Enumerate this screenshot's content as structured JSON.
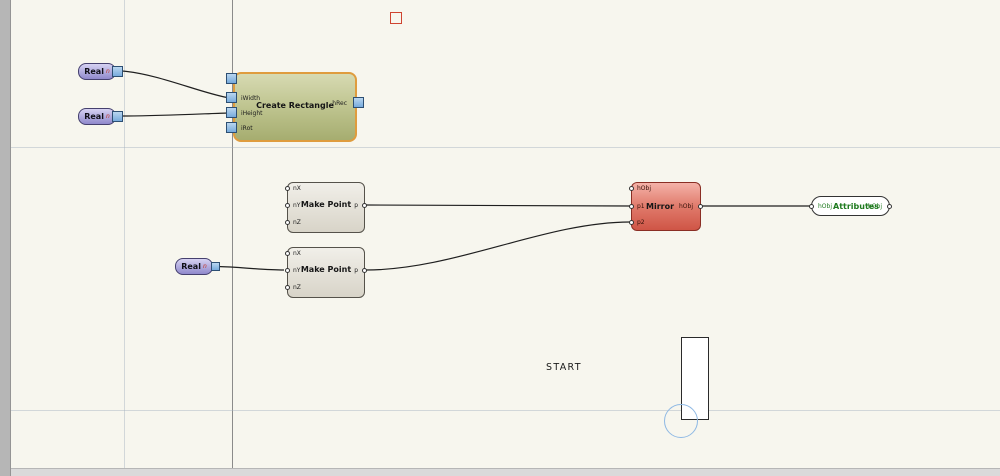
{
  "drawing": {
    "start_label": "START"
  },
  "nodes": {
    "real_1": {
      "title": "Real",
      "output": "n"
    },
    "real_2": {
      "title": "Real",
      "output": "n"
    },
    "real_3": {
      "title": "Real",
      "output": "n"
    },
    "create_rectangle": {
      "title": "Create Rectangle",
      "inputs": [
        "",
        "iWidth",
        "iHeight",
        "iRot"
      ],
      "output": "hRec"
    },
    "make_point_1": {
      "title": "Make Point",
      "inputs": [
        "nX",
        "nY",
        "nZ"
      ],
      "output": "p"
    },
    "make_point_2": {
      "title": "Make Point",
      "inputs": [
        "nX",
        "nY",
        "nZ"
      ],
      "output": "p"
    },
    "mirror": {
      "title": "Mirror",
      "inputs": [
        "hObj",
        "p1",
        "p2"
      ],
      "output": "hObj"
    },
    "attributes": {
      "title": "Attributes",
      "input": "hObj",
      "output": "hObj"
    }
  },
  "colors": {
    "canvas_bg": "#f7f6ee",
    "real_node_fill": "#9089cc",
    "create_rectangle_fill": "#bcc28c",
    "create_rectangle_border": "#df9c3e",
    "make_point_fill": "#e4e1d7",
    "mirror_fill": "#dd6d5e",
    "attributes_text": "#1e7a1e",
    "port_blue": "#77abdc",
    "wire": "#1f1f1f",
    "snap_circle": "#8fb9e4",
    "marker_red": "#cf4430"
  }
}
